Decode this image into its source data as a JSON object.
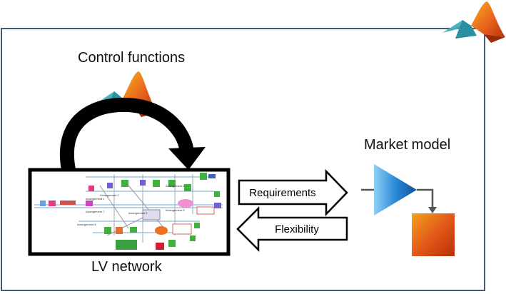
{
  "labels": {
    "control_functions": "Control functions",
    "market_model": "Market model",
    "lv_network": "LV network",
    "requirements": "Requirements",
    "flexibility": "Flexibility"
  },
  "network_labels": {
    "arr1": "Arrangement 1",
    "arr2": "Arrangement 2",
    "arr3": "Arrangement 3",
    "arr4": "Arrangement 4",
    "arr5": "Arrangement 5",
    "arr6": "Arrangement 6",
    "arr7": "Arrangement 7"
  },
  "colors": {
    "frame": "#3e5b7c",
    "matlab_orange": "#e8631c",
    "matlab_teal": "#3fa9b5",
    "triangle_blue": "#1f77c8",
    "block_red": "#c83a10",
    "block_orange": "#f0a020"
  },
  "icons": [
    "matlab-logo-icon",
    "gain-block-icon",
    "subsystem-block-icon"
  ]
}
